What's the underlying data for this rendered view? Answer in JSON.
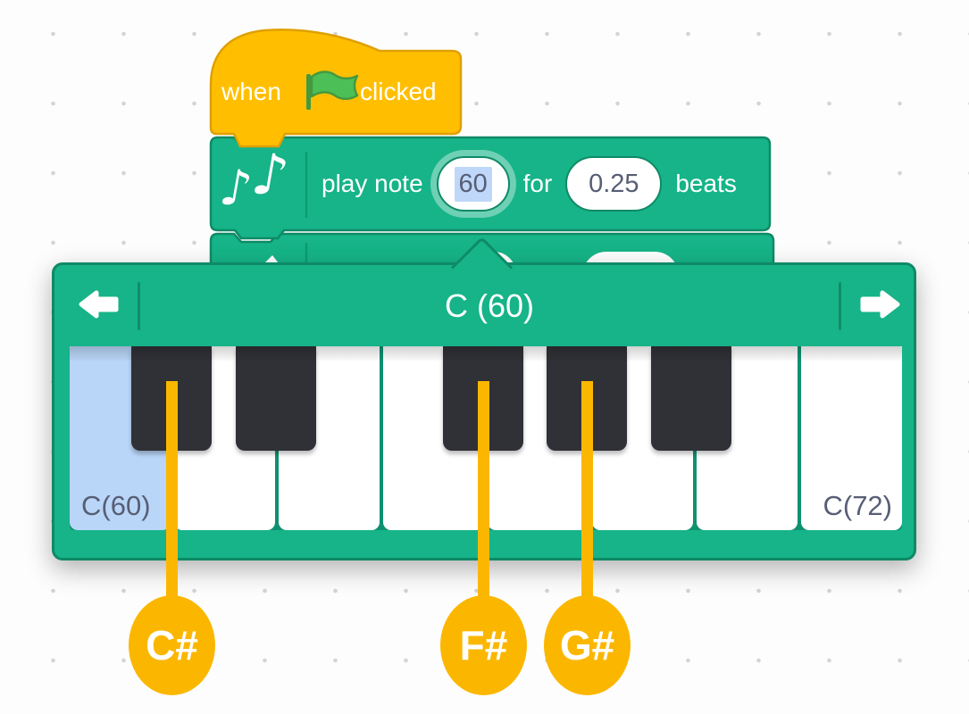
{
  "blocks": {
    "hat": {
      "label_before": "when",
      "flag_icon": "green-flag-icon",
      "label_after": "clicked"
    },
    "play_note": {
      "icon": "music-notes-icon",
      "play_note_label": "play note",
      "note_value": "60",
      "for_label": "for",
      "beats_value": "0.25",
      "beats_label": "beats"
    }
  },
  "popup": {
    "title": "C (60)",
    "prev_icon": "arrow-left-icon",
    "next_icon": "arrow-right-icon",
    "white_keys": [
      {
        "label": "C(60)",
        "selected": true
      },
      {
        "label": "",
        "selected": false
      },
      {
        "label": "",
        "selected": false
      },
      {
        "label": "",
        "selected": false
      },
      {
        "label": "",
        "selected": false
      },
      {
        "label": "",
        "selected": false
      },
      {
        "label": "",
        "selected": false
      },
      {
        "label": "C(72)",
        "selected": false
      }
    ],
    "black_key_count": 5
  },
  "callouts": [
    {
      "label": "C#"
    },
    {
      "label": "F#"
    },
    {
      "label": "G#"
    }
  ],
  "colors": {
    "block_green": "#16B488",
    "block_border": "#0E8A66",
    "hat_yellow": "#FFBF00",
    "callout_yellow": "#FBB700",
    "selected_key_blue": "#B9D6F8",
    "key_label_gray": "#575E75",
    "flag_green": "#4CBF56",
    "black_key": "#2F3136"
  }
}
